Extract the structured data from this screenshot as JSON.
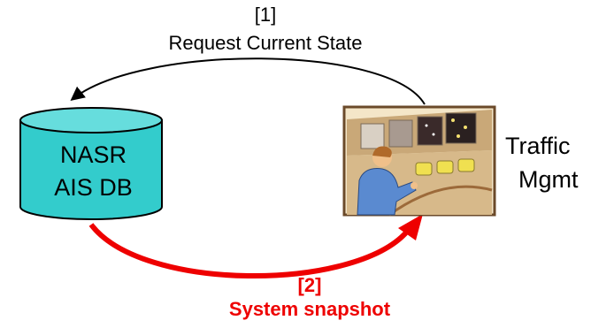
{
  "request": {
    "step": "[1]",
    "label": "Request Current State"
  },
  "database": {
    "line1": "NASR",
    "line2": "AIS DB",
    "fill_color": "#33cccc"
  },
  "traffic": {
    "line1": "Traffic",
    "line2": "Mgmt",
    "icon": "air-traffic-controller-clipart"
  },
  "snapshot": {
    "step": "[2]",
    "label": "System snapshot",
    "color": "#ee0000"
  }
}
